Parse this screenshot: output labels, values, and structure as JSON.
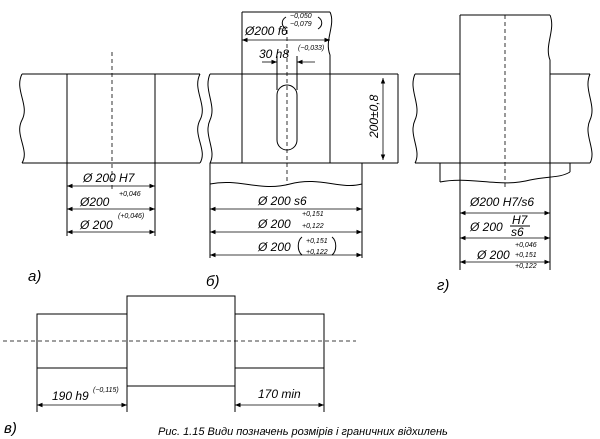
{
  "caption": "Рис. 1.15 Види позначень розмірів і граничних відхилень",
  "panels": {
    "a": {
      "label": "а)",
      "dims": [
        {
          "base": "Ø 200 H7"
        },
        {
          "base": "Ø200",
          "upper": "+0,046"
        },
        {
          "base": "Ø 200",
          "upper": "(+0,046)"
        }
      ]
    },
    "b": {
      "label": "б)",
      "shaft_dim": {
        "base": "Ø200 f6",
        "upper": "−0,050",
        "lower": "−0,079"
      },
      "slot_dim": {
        "base": "30 h8",
        "upper": "(−0,033)"
      },
      "length_dim": "200±0,8",
      "dims": [
        {
          "base": "Ø 200 s6"
        },
        {
          "base": "Ø 200",
          "upper": "+0,151",
          "lower": "+0,122"
        },
        {
          "base": "Ø 200",
          "upper": "+0,151",
          "lower": "+0,122"
        }
      ]
    },
    "v": {
      "label": "в)",
      "left_dim": {
        "base": "190 h9",
        "upper": "(−0,115)"
      },
      "right_dim": "170 min"
    },
    "g": {
      "label": "г)",
      "dims": [
        {
          "base": "Ø200 H7/s6"
        },
        {
          "base": "Ø 200",
          "num": "H7",
          "den": "s6"
        },
        {
          "base": "Ø 200",
          "upper": "+0,046",
          "mid": "+0,151",
          "lower": "+0,122"
        }
      ]
    }
  }
}
